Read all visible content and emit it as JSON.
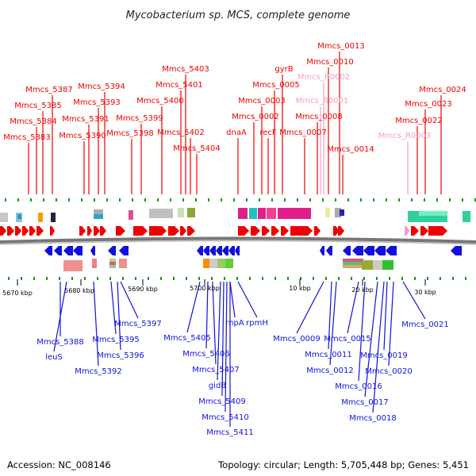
{
  "title": "Mycobacterium sp. MCS, complete genome",
  "accession": "Accession: NC_008146",
  "topology": "Topology: circular; Length: 5,705,448 bp; Genes: 5,451",
  "colors": {
    "forward": "#ee0000",
    "reverse": "#1111dd",
    "rna": "#f0a0c8",
    "backbone": "#707070",
    "minor_tick": "#119911"
  },
  "ticks": [
    "5670 kbp",
    "5680 kbp",
    "5690 kbp",
    "5700 kbp",
    "10 kbp",
    "20 kbp",
    "30 kbp"
  ],
  "top_labels": [
    "Mmcs_5387",
    "Mmcs_5385",
    "Mmcs_5384",
    "Mmcs_5383",
    "Mmcs_5394",
    "Mmcs_5393",
    "Mmcs_5391",
    "Mmcs_5390",
    "Mmcs_5403",
    "Mmcs_5401",
    "Mmcs_5400",
    "Mmcs_5399",
    "Mmcs_5398",
    "Mmcs_5402",
    "Mmcs_5404",
    "Mmcs_0013",
    "Mmcs_0010",
    "Mmcs_R0002",
    "gyrB",
    "Mmcs_0005",
    "Mmcs_R0001",
    "Mmcs_0003",
    "Mmcs_0002",
    "Mmcs_0008",
    "dnaA",
    "recF",
    "Mmcs_0007",
    "Mmcs_0014",
    "Mmcs_0024",
    "Mmcs_0023",
    "Mmcs_0022",
    "Mmcs_R0003"
  ],
  "bottom_labels": [
    "Mmcs_5397",
    "Mmcs_5388",
    "Mmcs_5395",
    "leuS",
    "Mmcs_5396",
    "Mmcs_5392",
    "Mmcs_5405",
    "Mmcs_5406",
    "Mmcs_5407",
    "rnpA",
    "rpmH",
    "gidB",
    "Mmcs_5409",
    "Mmcs_5410",
    "Mmcs_5411",
    "Mmcs_0009",
    "Mmcs_0015",
    "Mmcs_0011",
    "Mmcs_0012",
    "Mmcs_0021",
    "Mmcs_0019",
    "Mmcs_0020",
    "Mmcs_0016",
    "Mmcs_0017",
    "Mmcs_0018"
  ]
}
